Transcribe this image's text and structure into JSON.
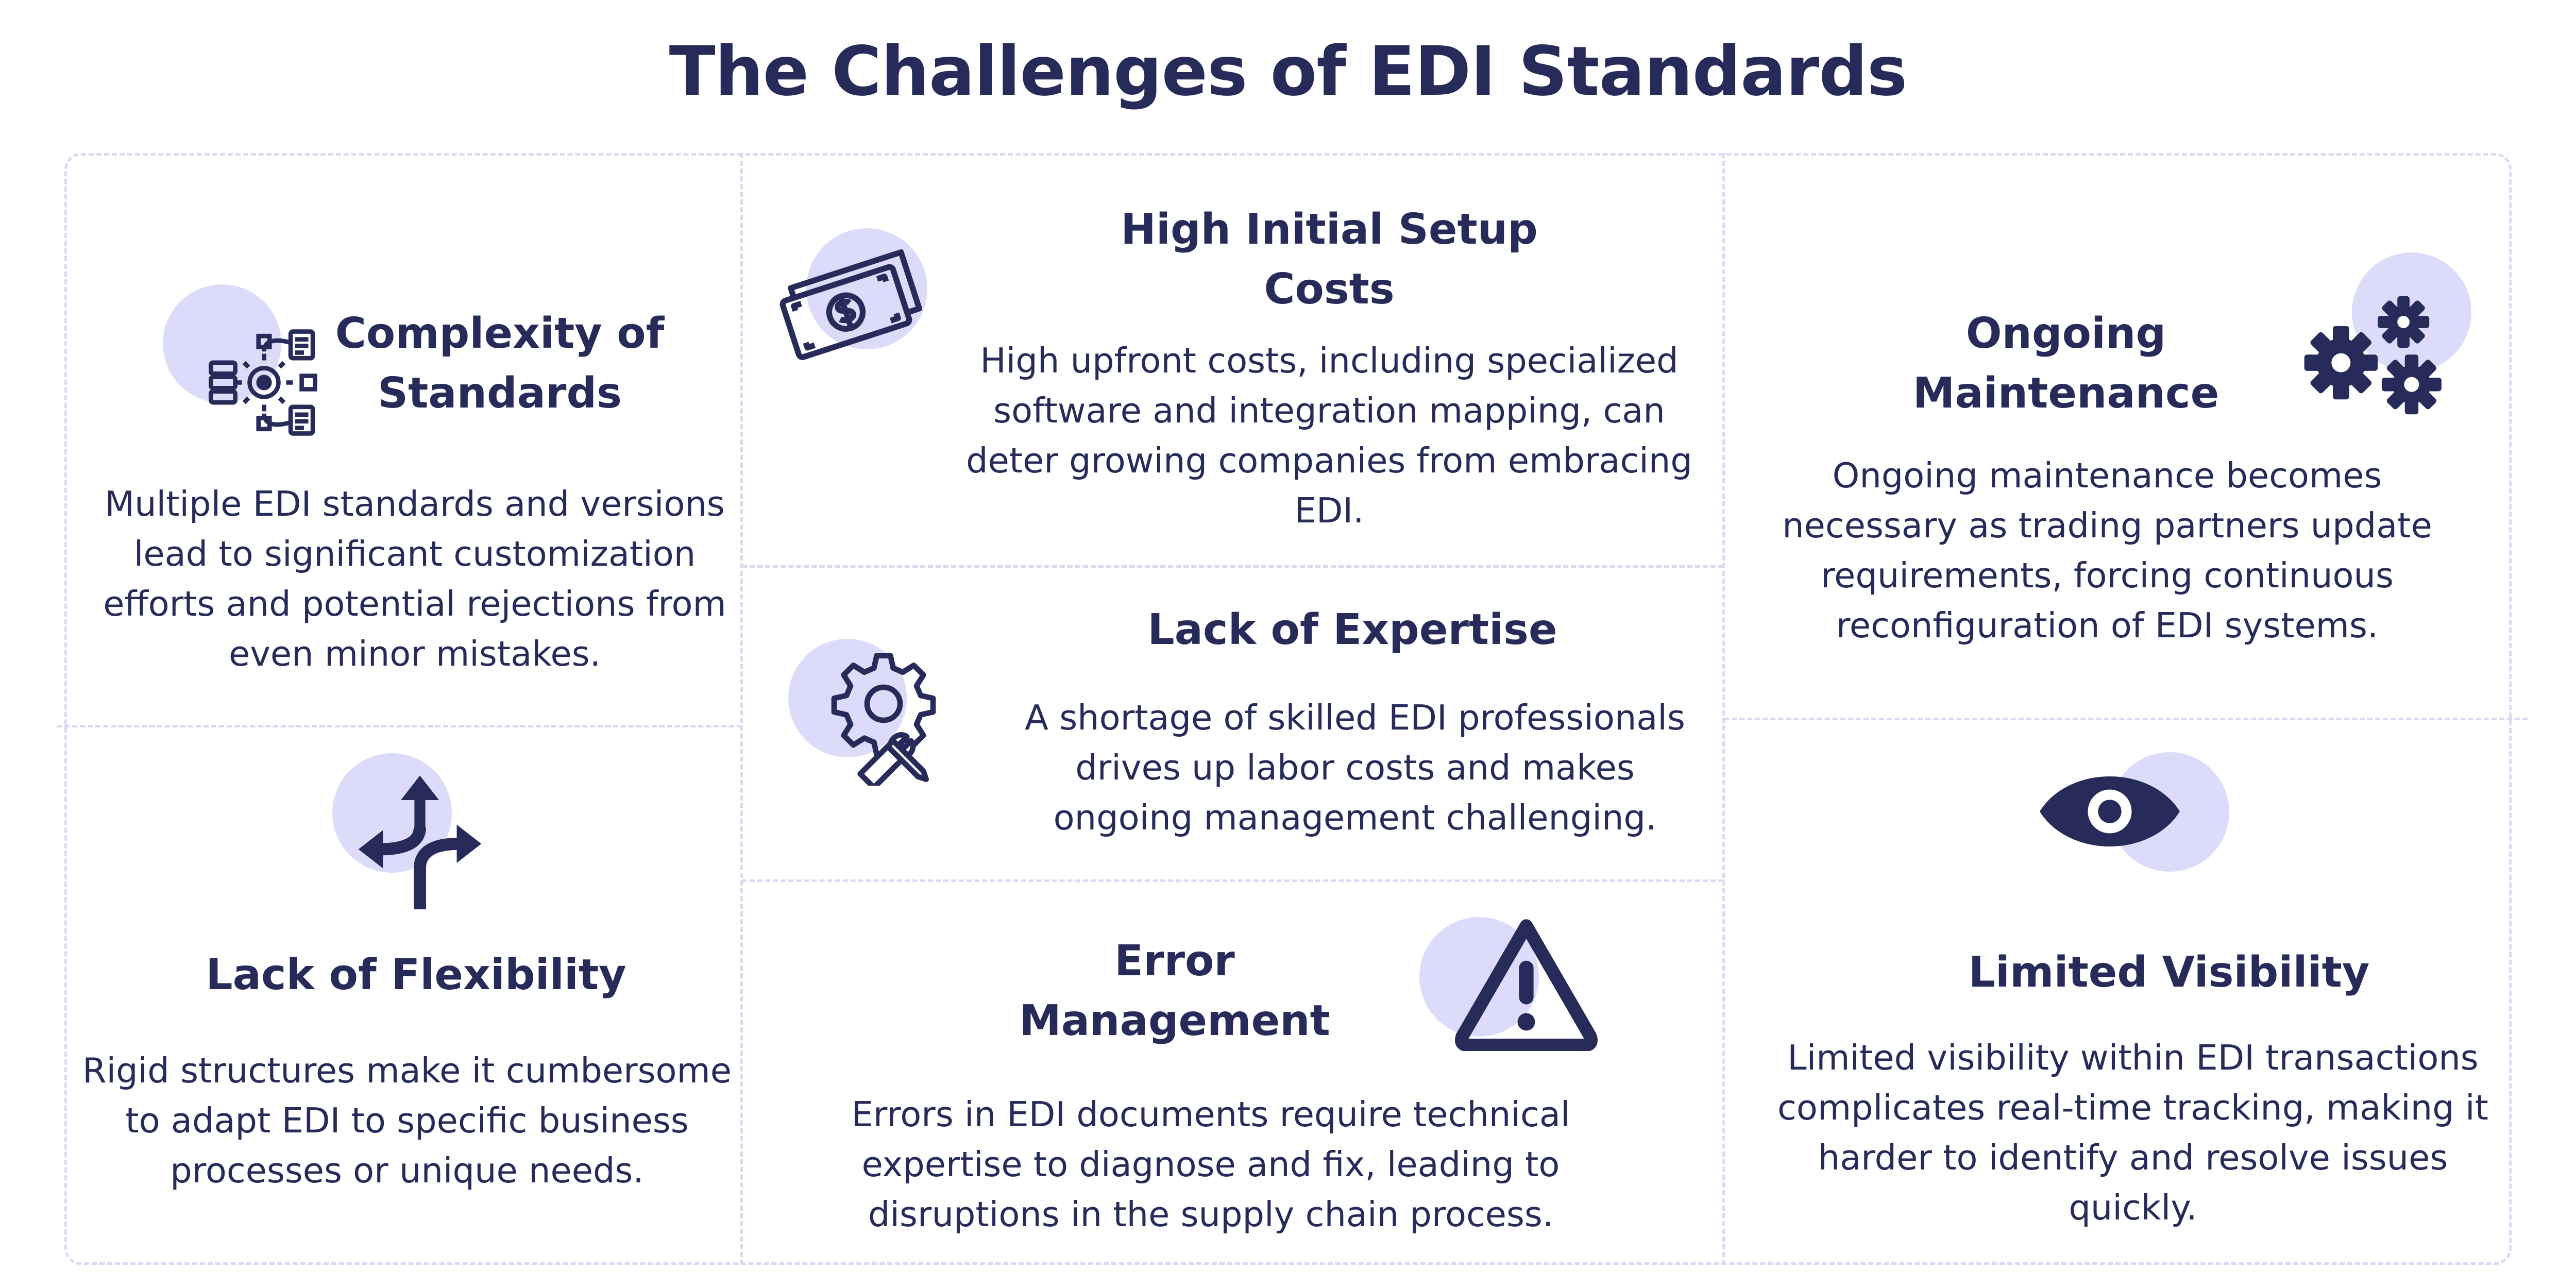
{
  "title": "The Challenges of EDI Standards",
  "colors": {
    "navy": "#262b5a",
    "lavender": "#dcdcfa",
    "divider": "#d9daf3"
  },
  "cards": [
    {
      "heading": "Complexity of\nStandards",
      "body": "Multiple EDI standards and versions lead to significant customization efforts and potential rejections from even minor mistakes.",
      "icon": "workflow-gear-icon"
    },
    {
      "heading": "High Initial Setup\nCosts",
      "body": "High upfront costs, including specialized software and integration mapping, can deter growing companies from embracing EDI.",
      "icon": "money-bills-icon"
    },
    {
      "heading": "Ongoing\nMaintenance",
      "body": "Ongoing maintenance becomes necessary as trading partners update requirements, forcing continuous reconfiguration of EDI systems.",
      "icon": "gears-icon"
    },
    {
      "heading": "Lack of Expertise",
      "body": "A shortage of skilled EDI professionals drives up labor costs and makes ongoing management challenging.",
      "icon": "gear-wrench-pencil-icon"
    },
    {
      "heading": "Lack of Flexibility",
      "body": "Rigid structures make it cumbersome to adapt EDI to specific business processes or unique needs.",
      "icon": "split-arrows-icon"
    },
    {
      "heading": "Error\nManagement",
      "body": "Errors in EDI documents require technical expertise to diagnose and fix, leading to disruptions in the supply chain process.",
      "icon": "warning-triangle-icon"
    },
    {
      "heading": "Limited Visibility",
      "body": "Limited visibility within EDI transactions complicates real-time tracking, making it harder to identify and resolve issues quickly.",
      "icon": "eye-icon"
    }
  ]
}
